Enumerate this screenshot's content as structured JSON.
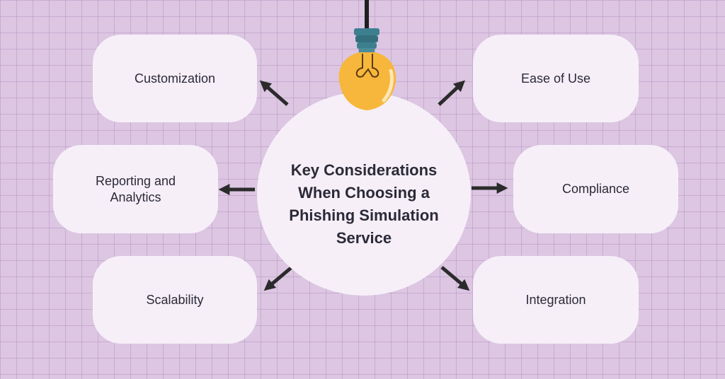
{
  "center": {
    "title": "Key Considerations When Choosing a Phishing Simulation Service"
  },
  "nodes": [
    {
      "id": "customization",
      "label": "Customization"
    },
    {
      "id": "ease-of-use",
      "label": "Ease of Use"
    },
    {
      "id": "reporting",
      "label": "Reporting and Analytics"
    },
    {
      "id": "compliance",
      "label": "Compliance"
    },
    {
      "id": "scalability",
      "label": "Scalability"
    },
    {
      "id": "integration",
      "label": "Integration"
    }
  ],
  "colors": {
    "background": "#dcc6e2",
    "card": "#f6eff8",
    "text": "#2b2a38",
    "arrow": "#2b2b2b",
    "bulb": "#f6b73c",
    "bulb_cap": "#3d7f8f"
  },
  "icons": {
    "bulb": "light-bulb-icon",
    "arrow": "arrow-icon"
  }
}
